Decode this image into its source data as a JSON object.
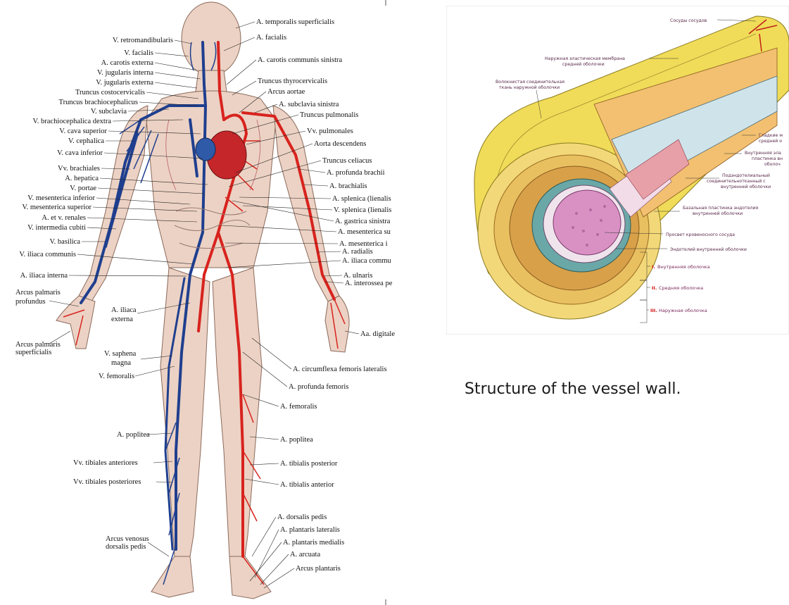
{
  "left_labels_left": [
    "V. retromandibularis",
    "V. facialis",
    "A. carotis externa",
    "V. jugularis interna",
    "V. jugularis externa",
    "Truncus costocervicalis",
    "Truncus brachiocephalicus",
    "V. subclavia",
    "V. brachiocephalica dextra",
    "V. cava superior",
    "V. cephalica",
    "V. cava inferior",
    "Vv. brachiales",
    "A. hepatica",
    "V. portae",
    "V. mesenterica inferior",
    "V. mesenterica superior",
    "A. et v. renales",
    "V. intermedia cubiti",
    "V. basilica",
    "V. iliaca communis",
    "A. iliaca interna"
  ],
  "left_labels_right": [
    "A. temporalis superficialis",
    "A. facialis",
    "A. carotis communis sinistra",
    "Truncus thyrocervicalis",
    "Arcus aortae",
    "A. subclavia sinistra",
    "Truncus pulmonalis",
    "Vv. pulmonales",
    "Aorta descendens",
    "Truncus celiacus",
    "A. profunda brachii",
    "A. brachialis",
    "A. splenica (lienalis",
    "V. splenica (lienalis",
    "A. gastrica sinistra",
    "A. mesenterica su",
    "A. mesenterica i",
    "A. radialis",
    "A. iliaca commu",
    "A. ulnaris",
    "A. interossea pe",
    "Aa. digitale",
    "A. circumflexa femoris lateralis",
    "A. profunda femoris",
    "A. femoralis",
    "A. poplitea",
    "A. tibialis posterior",
    "A. tibialis anterior",
    "A. dorsalis pedis",
    "A. plantaris lateralis",
    "A. plantaris medialis",
    "A. arcuata",
    "Arcus plantaris"
  ],
  "left_labels_lower": {
    "arcus_palmaris_profundus": [
      "Arcus palmaris",
      "profundus"
    ],
    "a_iliaca_externa": [
      "A. iliaca",
      "externa"
    ],
    "arcus_palmaris_superficialis": [
      "Arcus palmaris",
      "superficialis"
    ],
    "v_saphena_magna": [
      "V. saphena",
      "magna"
    ],
    "v_femoralis": "V. femoralis",
    "a_poplitea": "A. poplitea",
    "vv_tibiales_anteriores": "Vv. tibiales anteriores",
    "vv_tibiales_posteriores": "Vv. tibiales posteriores",
    "arcus_venosus": [
      "Arcus venosus",
      "dorsalis pedis"
    ]
  },
  "vessel_labels": {
    "vasa_vasorum": "Сосуды сосудов",
    "ext_elastic_membrane": [
      "Наружная эластическая мембрана",
      "средней оболочки"
    ],
    "fibrous_tissue": [
      "Волокнистая соединительная",
      "ткань наружной оболочки"
    ],
    "smooth_muscle": [
      "Гладкие м",
      "средней о"
    ],
    "int_elastic": [
      "Внутренняя эла",
      "пластинка вн",
      "оболоч"
    ],
    "subendothelial": [
      "Подэндотелиальный",
      "соединительнотканный с",
      "внутренней оболочки"
    ],
    "basal_lamina": [
      "Базальная пластинка эндотелия",
      "внутренней оболочки"
    ],
    "lumen": "Просвет кровеносного сосуда",
    "endothelium": "Эндотелий внутренней оболочки",
    "layer_1_num": "I.",
    "layer_1": "Внутренняя оболочка",
    "layer_2_num": "II.",
    "layer_2": "Средняя оболочка",
    "layer_3_num": "III.",
    "layer_3": "Наружная оболочка"
  },
  "caption": "Structure of the vessel wall.",
  "colors": {
    "artery": "#d8231e",
    "vein": "#1f3f8f",
    "skin": "#ecd2c4",
    "tunica_externa": "#f0dc58",
    "lumen": "#d991c4"
  }
}
